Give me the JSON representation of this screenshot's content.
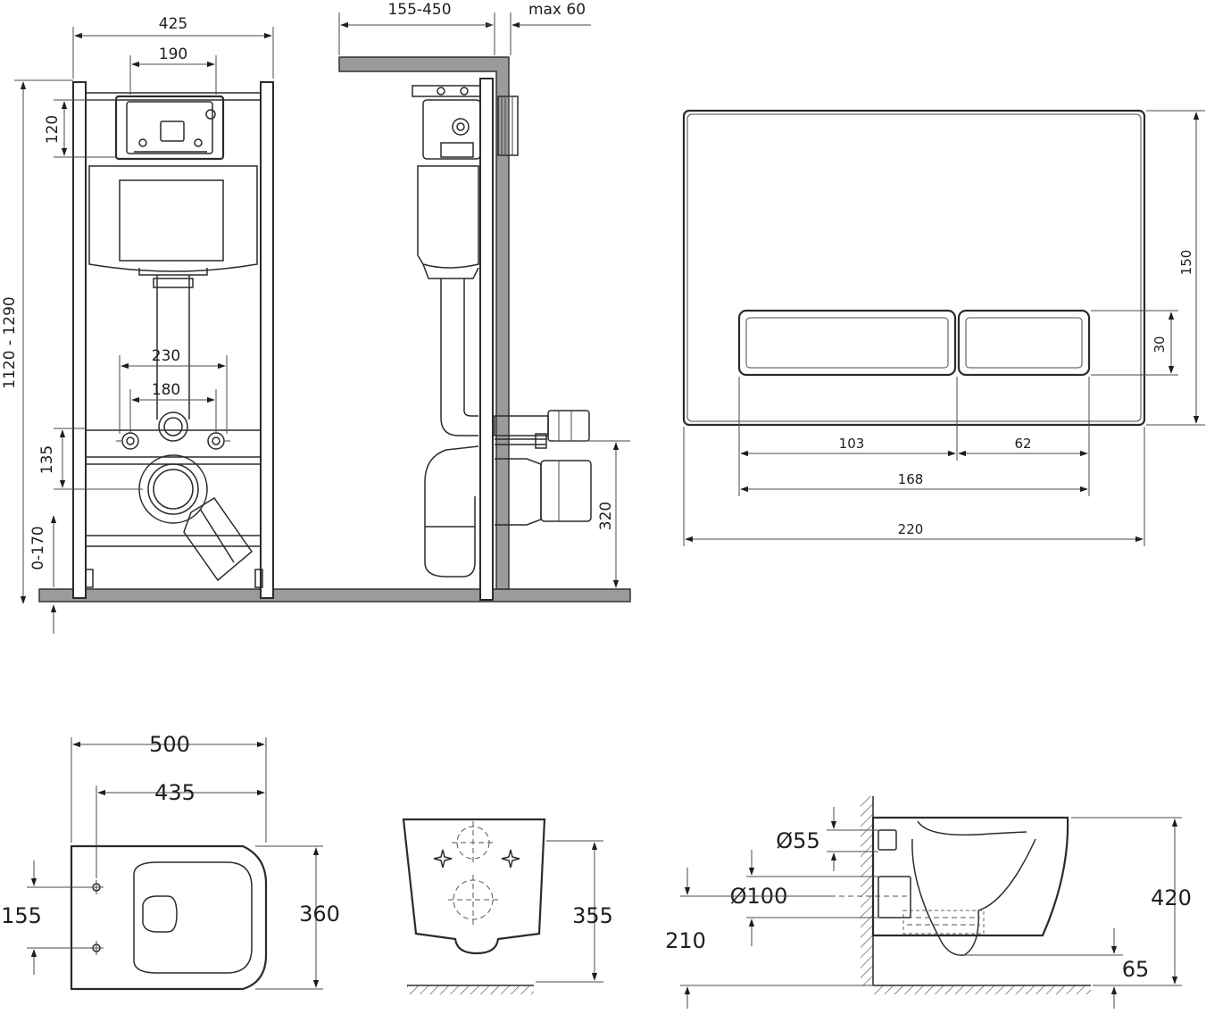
{
  "installation_frame": {
    "front_view": {
      "width": "425",
      "panel_hole_spacing": "190",
      "panel_height": "120",
      "height_range": "1120 - 1290",
      "stud_spacing_outer": "230",
      "stud_spacing_inner": "180",
      "outlet_offset": "135",
      "leg_adjustment": "0-170"
    },
    "side_view": {
      "depth_range": "155-450",
      "wall_max": "max 60",
      "outlet_height": "320"
    }
  },
  "flush_plate": {
    "width": "220",
    "height": "150",
    "button_height": "30",
    "large_button_width": "103",
    "small_button_width": "62",
    "buttons_total_width": "168"
  },
  "toilet_bowl": {
    "top_view": {
      "length": "500",
      "mount_depth": "435",
      "width": "360",
      "bolt_spacing": "155"
    },
    "back_view": {
      "height": "355"
    },
    "side_view": {
      "water_inlet_diameter": "Ø55",
      "outlet_diameter": "Ø100",
      "outlet_height": "210",
      "bowl_height": "420",
      "rim_offset": "65"
    }
  },
  "colors": {
    "line": "#2b2b2b",
    "wall_fill": "#9b9b9b",
    "background": "#ffffff"
  }
}
